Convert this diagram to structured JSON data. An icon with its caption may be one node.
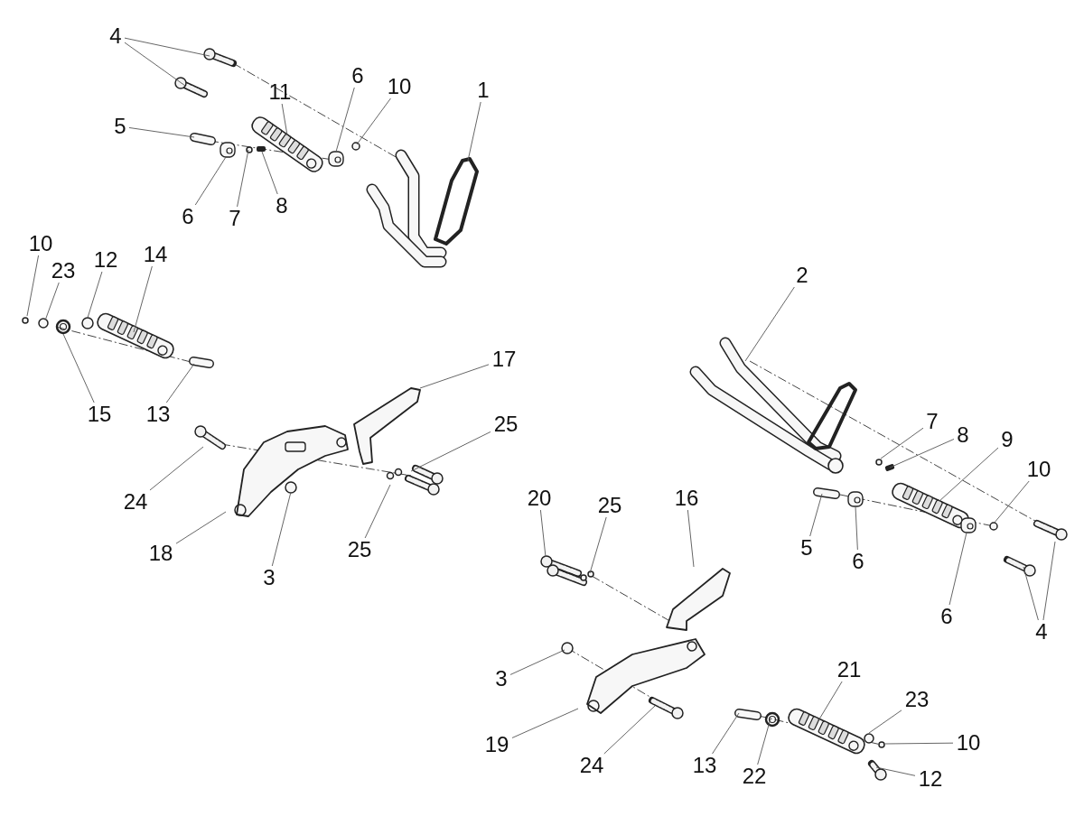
{
  "diagram": {
    "nodes": [
      {
        "text": [
          "4"
        ]
      },
      {
        "text": [
          "11"
        ]
      },
      {
        "text": [
          "6"
        ]
      },
      {
        "text": [
          "10"
        ]
      },
      {
        "text": [
          "1"
        ]
      },
      {
        "text": [
          "5"
        ]
      },
      {
        "text": [
          "6"
        ]
      },
      {
        "text": [
          "7"
        ]
      },
      {
        "text": [
          "8"
        ]
      },
      {
        "text": [
          "10"
        ]
      },
      {
        "text": [
          "23"
        ]
      },
      {
        "text": [
          "12"
        ]
      },
      {
        "text": [
          "14"
        ]
      },
      {
        "text": [
          "15"
        ]
      },
      {
        "text": [
          "13"
        ]
      },
      {
        "text": [
          "17"
        ]
      },
      {
        "text": [
          "25"
        ]
      },
      {
        "text": [
          "24"
        ]
      },
      {
        "text": [
          "18"
        ]
      },
      {
        "text": [
          "3"
        ]
      },
      {
        "text": [
          "25"
        ]
      },
      {
        "text": [
          "2"
        ]
      },
      {
        "text": [
          "7"
        ]
      },
      {
        "text": [
          "8"
        ]
      },
      {
        "text": [
          "9"
        ]
      },
      {
        "text": [
          "10"
        ]
      },
      {
        "text": [
          "5"
        ]
      },
      {
        "text": [
          "6"
        ]
      },
      {
        "text": [
          "6"
        ]
      },
      {
        "text": [
          "4"
        ]
      },
      {
        "text": [
          "20"
        ]
      },
      {
        "text": [
          "25"
        ]
      },
      {
        "text": [
          "16"
        ]
      },
      {
        "text": [
          "3"
        ]
      },
      {
        "text": [
          "19"
        ]
      },
      {
        "text": [
          "24"
        ]
      },
      {
        "text": [
          "21"
        ]
      },
      {
        "text": [
          "23"
        ]
      },
      {
        "text": [
          "10"
        ]
      },
      {
        "text": [
          "13"
        ]
      },
      {
        "text": [
          "22"
        ]
      },
      {
        "text": [
          "12"
        ]
      }
    ],
    "edges": [
      {
        "from": 0,
        "to": null,
        "arrow": "none"
      },
      {
        "from": 0,
        "to": null,
        "arrow": "none"
      },
      {
        "from": 1,
        "to": null,
        "arrow": "none"
      },
      {
        "from": 2,
        "to": null,
        "arrow": "none"
      },
      {
        "from": 3,
        "to": null,
        "arrow": "none"
      },
      {
        "from": 4,
        "to": null,
        "arrow": "none"
      },
      {
        "from": 5,
        "to": null,
        "arrow": "none"
      },
      {
        "from": 6,
        "to": null,
        "arrow": "none"
      },
      {
        "from": 7,
        "to": null,
        "arrow": "none"
      },
      {
        "from": 8,
        "to": null,
        "arrow": "none"
      },
      {
        "from": 9,
        "to": null,
        "arrow": "none"
      },
      {
        "from": 10,
        "to": null,
        "arrow": "none"
      },
      {
        "from": 11,
        "to": null,
        "arrow": "none"
      },
      {
        "from": 12,
        "to": null,
        "arrow": "none"
      },
      {
        "from": 13,
        "to": null,
        "arrow": "none"
      },
      {
        "from": 14,
        "to": null,
        "arrow": "none"
      },
      {
        "from": 15,
        "to": null,
        "arrow": "none"
      },
      {
        "from": 16,
        "to": null,
        "arrow": "none"
      },
      {
        "from": 17,
        "to": null,
        "arrow": "none"
      },
      {
        "from": 18,
        "to": null,
        "arrow": "none"
      },
      {
        "from": 19,
        "to": null,
        "arrow": "none"
      },
      {
        "from": 20,
        "to": null,
        "arrow": "none"
      },
      {
        "from": 21,
        "to": null,
        "arrow": "none"
      },
      {
        "from": 22,
        "to": null,
        "arrow": "none"
      },
      {
        "from": 23,
        "to": null,
        "arrow": "none"
      },
      {
        "from": 24,
        "to": null,
        "arrow": "none"
      },
      {
        "from": 25,
        "to": null,
        "arrow": "none"
      },
      {
        "from": 26,
        "to": null,
        "arrow": "none"
      },
      {
        "from": 27,
        "to": null,
        "arrow": "none"
      },
      {
        "from": 28,
        "to": null,
        "arrow": "none"
      },
      {
        "from": 29,
        "to": null,
        "arrow": "none"
      },
      {
        "from": 29,
        "to": null,
        "arrow": "none"
      },
      {
        "from": 30,
        "to": null,
        "arrow": "none"
      },
      {
        "from": 31,
        "to": null,
        "arrow": "none"
      },
      {
        "from": 32,
        "to": null,
        "arrow": "none"
      },
      {
        "from": 33,
        "to": null,
        "arrow": "none"
      },
      {
        "from": 34,
        "to": null,
        "arrow": "none"
      },
      {
        "from": 35,
        "to": null,
        "arrow": "none"
      },
      {
        "from": 36,
        "to": null,
        "arrow": "none"
      },
      {
        "from": 37,
        "to": null,
        "arrow": "none"
      },
      {
        "from": 38,
        "to": null,
        "arrow": "none"
      },
      {
        "from": 39,
        "to": null,
        "arrow": "none"
      },
      {
        "from": 40,
        "to": null,
        "arrow": "none"
      },
      {
        "from": 41,
        "to": null,
        "arrow": "none"
      }
    ]
  }
}
